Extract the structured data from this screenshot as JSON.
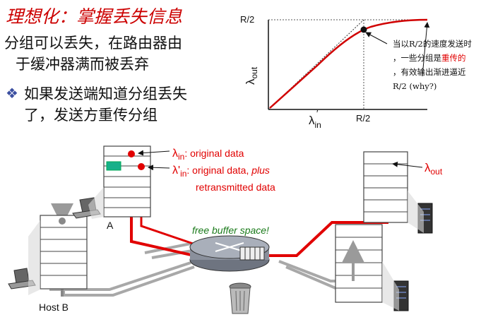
{
  "title": "理想化：掌握丢失信息",
  "bullets": {
    "line1a": "分组可以丢失，在路由器由",
    "line1b": "于缓冲器满而被丢弃",
    "line2a": "如果发送端知道分组丢失",
    "line2b": "了，发送方重传分组"
  },
  "graph": {
    "y_tick": "R/2",
    "x_tick": "R/2",
    "y_label_main": "λ",
    "y_label_sub": "out",
    "x_label_main": "λ",
    "x_label_sub": "in",
    "x_label_prime": "′",
    "note_line1": "当以R/2的速度发送时",
    "note_line2a": "，一些分组是",
    "note_line2b": "重传的",
    "note_line3": "，有效输出渐进逼近",
    "note_line4": "R/2 (why?)"
  },
  "labels": {
    "lambda_in_sym": "λ",
    "lambda_in_sub": "in",
    "lambda_in_text": ": original data",
    "lambda_in_prime_sym": "λ'",
    "lambda_in_prime_sub": "in",
    "lambda_in_prime_text1": ": original data, ",
    "lambda_in_prime_text_plus": "plus",
    "lambda_in_prime_text2": "retransmitted data",
    "lambda_out_sym": "λ",
    "lambda_out_sub": "out",
    "host_a": "A",
    "host_b": "Host B",
    "buffer": "free buffer space!"
  },
  "colors": {
    "red": "#e10000",
    "title": "#cc0000",
    "green": "#1a7a1a",
    "gray": "#9a9a9a"
  }
}
